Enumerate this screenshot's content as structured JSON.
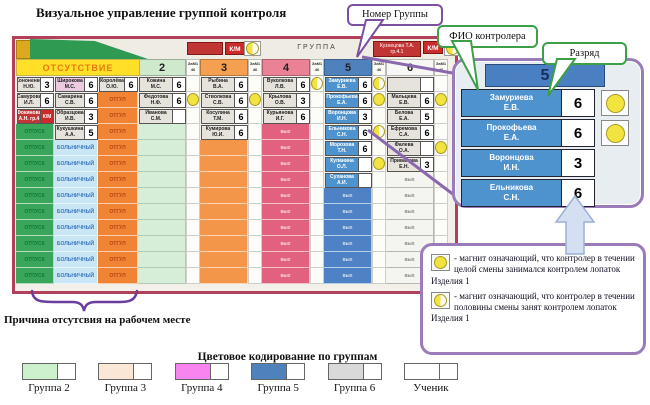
{
  "title": "Визуальное управление группой контроля",
  "callouts": {
    "group_number": "Номер Группы",
    "controller_name": "ФИО контролера",
    "grade": "Разряд"
  },
  "board": {
    "top": {
      "km": "К/М",
      "group_label": "ГРУППА",
      "supervisor_card": "Кузнецова Т.А. гр.4.1"
    },
    "absence": {
      "header": "ОТСУТСТВИЕ",
      "columns": [
        {
          "status": "ОТПУСК",
          "color": "#3aa65c",
          "text_color": "#0e7a35",
          "cards": [
            {
              "name": "Кононенко Н.Ю.",
              "grade": "3"
            },
            {
              "name": "Самурова И.Л.",
              "grade": "6"
            },
            {
              "name": "Фокинова А.Н. гр.4",
              "grade": "К/М",
              "red": true
            }
          ]
        },
        {
          "status": "БОЛЬНИЧНЫЙ",
          "color": "#c8e6f5",
          "text_color": "#3a78c2",
          "cards": [
            {
              "name": "Широкова М.С.",
              "grade": "6",
              "bg": "#eccae0"
            },
            {
              "name": "Самарина С.В.",
              "grade": "6"
            },
            {
              "name": "Образцова И.В.",
              "grade": "3"
            },
            {
              "name": "Кукушкина А.А.",
              "grade": "5"
            }
          ]
        },
        {
          "status": "ОТГУЛ",
          "color": "#f08434",
          "text_color": "#b84515",
          "cards": [
            {
              "name": "Королёва О.Ю.",
              "grade": "6"
            }
          ]
        }
      ]
    },
    "zam_header": "ЗаМ1 46",
    "filler_label": "вых",
    "groups": [
      {
        "number": "2",
        "header_color": "#cfe9cd",
        "body_color": "#d6edd8",
        "cards": [
          {
            "name": "Кожина М.С.",
            "grade": "6"
          },
          {
            "name": "Федотова Н.Ф.",
            "grade": "6"
          },
          {
            "name": "Иванова С.М.",
            "grade": ""
          }
        ],
        "filler_text": "",
        "magnets": {
          "2": "full"
        }
      },
      {
        "number": "3",
        "header_color": "#f5a050",
        "body_color": "#f4964a",
        "cards": [
          {
            "name": "Рыбина В.А.",
            "grade": "6"
          },
          {
            "name": "Стволкова С.В.",
            "grade": "6"
          },
          {
            "name": "Косулина Т.М.",
            "grade": "6"
          },
          {
            "name": "Кумирова Ю.И.",
            "grade": "6"
          }
        ],
        "filler_text": "",
        "magnets": {
          "2": "full"
        }
      },
      {
        "number": "4",
        "header_color": "#ea8194",
        "body_color": "#e2617f",
        "cards": [
          {
            "name": "Вуколкова Л.В.",
            "grade": "6"
          },
          {
            "name": "Крылова О.В.",
            "grade": "3"
          },
          {
            "name": "Курьянова И.Г.",
            "grade": "6"
          }
        ],
        "filler_text": "вых",
        "magnets": {
          "1": "half"
        }
      },
      {
        "number": "5",
        "header_color": "#4f81bd",
        "body_color": "#4e82c4",
        "card_bg": "#4f93ce",
        "card_text": "#ffffff",
        "cards": [
          {
            "name": "Замуриева Е.В.",
            "grade": "6"
          },
          {
            "name": "Прокофьева Е.А.",
            "grade": "6"
          },
          {
            "name": "Воронцова И.Н.",
            "grade": "3"
          },
          {
            "name": "Ельникова С.Н.",
            "grade": "6"
          },
          {
            "name": "Морозова Т.Н.",
            "grade": "6"
          },
          {
            "name": "Купанина О.Л.",
            "grade": ""
          },
          {
            "name": "Суханова А.И.",
            "grade": ""
          }
        ],
        "filler_text": "вых",
        "magnets": {
          "1": "half",
          "2": "full",
          "4": "half",
          "6": "full"
        }
      },
      {
        "number": "6",
        "header_color": "#f7f7f5",
        "body_color": "#f4f4f1",
        "cards": [
          {
            "name": "",
            "grade": ""
          },
          {
            "name": "Мальцева Е.В.",
            "grade": "6"
          },
          {
            "name": "Белова Е.А.",
            "grade": "5"
          },
          {
            "name": "Ефремова С.А.",
            "grade": "6"
          },
          {
            "name": "Фалева О.А.",
            "grade": ""
          },
          {
            "name": "Привалова Е.Н.",
            "grade": "3"
          }
        ],
        "filler_text": "вых",
        "magnets": {
          "2": "full",
          "5": "full"
        }
      }
    ]
  },
  "inset": {
    "header": "5",
    "rows": [
      {
        "name": "Замуриева Е.В.",
        "grade": "6",
        "magnet": "full"
      },
      {
        "name": "Прокофьева Е.А.",
        "grade": "6",
        "magnet": "full"
      },
      {
        "name": "Воронцова И.Н.",
        "grade": "3",
        "magnet": "none"
      },
      {
        "name": "Ельникова С.Н.",
        "grade": "6",
        "magnet": "none"
      }
    ]
  },
  "magnet_legend": {
    "full_text": "- магнит означающий, что контролер в течении целой смены занимался контролем лопаток Изделия 1",
    "half_text": "- магнит означающий, что контролер в течении половины смены занят контролем лопаток Изделия 1"
  },
  "absence_reason_label": "Причина отсутсвия на рабочем месте",
  "legend": {
    "title": "Цветовое кодирование по группам",
    "items": [
      {
        "label": "Группа 2",
        "color": "#cdf0cd"
      },
      {
        "label": "Группа 3",
        "color": "#fbe7d5"
      },
      {
        "label": "Группа 4",
        "color": "#f884ef"
      },
      {
        "label": "Группа 5",
        "color": "#4f81bd"
      },
      {
        "label": "Группа 6",
        "color": "#d9d9d9"
      },
      {
        "label": "Ученик",
        "color": "#ffffff"
      }
    ]
  }
}
